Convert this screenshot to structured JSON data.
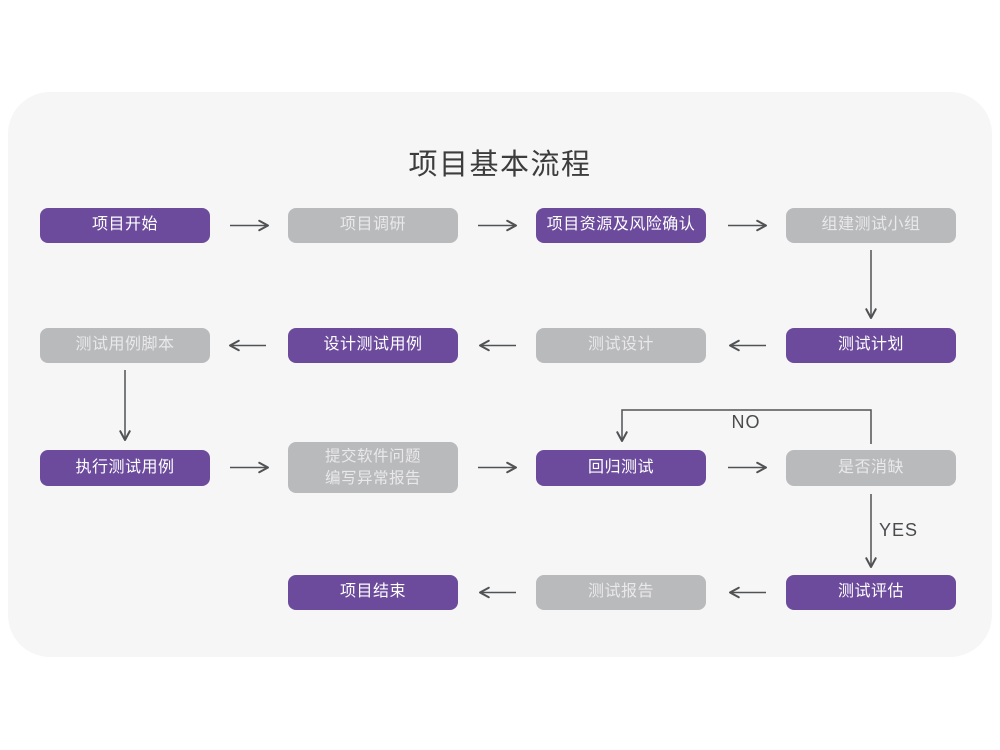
{
  "title": "项目基本流程",
  "labels": {
    "no": "NO",
    "yes": "YES"
  },
  "palette": {
    "node_purple": "#6c4b9d",
    "node_gray": "#b9babc",
    "node_purple_text": "#ffffff",
    "node_gray_text": "#e9e9eb",
    "card_background": "#f6f6f7",
    "page_background": "#ffffff",
    "arrow": "#515254",
    "title_text": "#3d3d3d"
  },
  "nodes": [
    {
      "id": "project-start",
      "label": "项目开始",
      "variant": "purple"
    },
    {
      "id": "project-research",
      "label": "项目调研",
      "variant": "gray"
    },
    {
      "id": "resource-risk",
      "label": "项目资源及风险确认",
      "variant": "purple"
    },
    {
      "id": "build-team",
      "label": "组建测试小组",
      "variant": "gray"
    },
    {
      "id": "case-script",
      "label": "测试用例脚本",
      "variant": "gray"
    },
    {
      "id": "design-cases",
      "label": "设计测试用例",
      "variant": "purple"
    },
    {
      "id": "test-design",
      "label": "测试设计",
      "variant": "gray"
    },
    {
      "id": "test-plan",
      "label": "测试计划",
      "variant": "purple"
    },
    {
      "id": "execute-cases",
      "label": "执行测试用例",
      "variant": "purple"
    },
    {
      "id": "submit-issues",
      "label": "提交软件问题\n编写异常报告",
      "variant": "gray"
    },
    {
      "id": "regression",
      "label": "回归测试",
      "variant": "purple"
    },
    {
      "id": "defect-cleared",
      "label": "是否消缺",
      "variant": "gray"
    },
    {
      "id": "project-end",
      "label": "项目结束",
      "variant": "purple"
    },
    {
      "id": "test-report",
      "label": "测试报告",
      "variant": "gray"
    },
    {
      "id": "test-evaluate",
      "label": "测试评估",
      "variant": "purple"
    }
  ],
  "edges": [
    {
      "from": "project-start",
      "to": "project-research"
    },
    {
      "from": "project-research",
      "to": "resource-risk"
    },
    {
      "from": "resource-risk",
      "to": "build-team"
    },
    {
      "from": "build-team",
      "to": "test-plan"
    },
    {
      "from": "test-plan",
      "to": "test-design"
    },
    {
      "from": "test-design",
      "to": "design-cases"
    },
    {
      "from": "design-cases",
      "to": "case-script"
    },
    {
      "from": "case-script",
      "to": "execute-cases"
    },
    {
      "from": "execute-cases",
      "to": "submit-issues"
    },
    {
      "from": "submit-issues",
      "to": "regression"
    },
    {
      "from": "regression",
      "to": "defect-cleared"
    },
    {
      "from": "defect-cleared",
      "to": "regression",
      "label": "NO"
    },
    {
      "from": "defect-cleared",
      "to": "test-evaluate",
      "label": "YES"
    },
    {
      "from": "test-evaluate",
      "to": "test-report"
    },
    {
      "from": "test-report",
      "to": "project-end"
    }
  ]
}
